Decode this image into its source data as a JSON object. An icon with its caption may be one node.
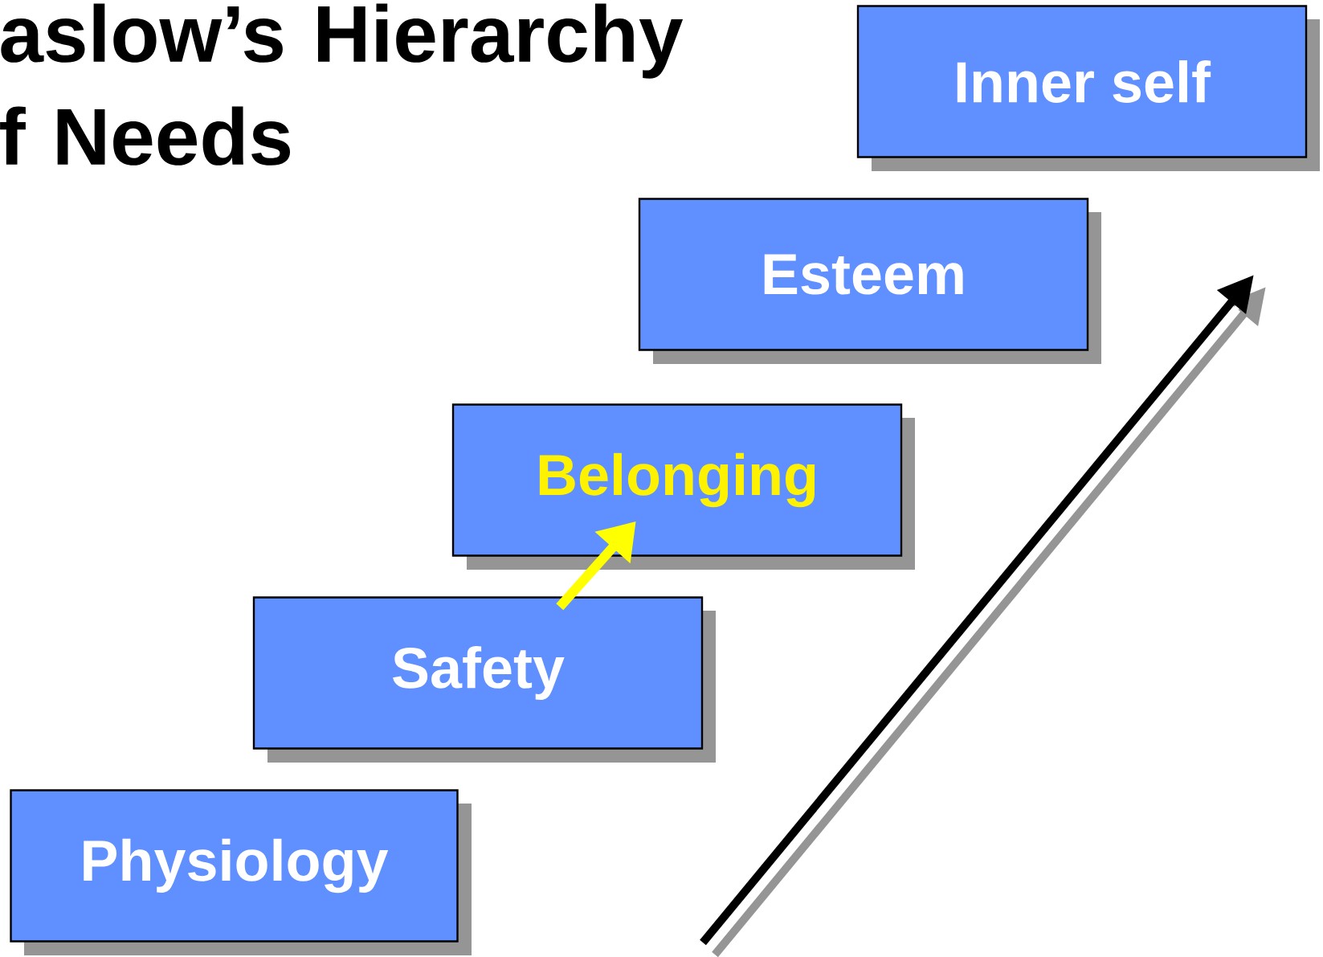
{
  "diagram": {
    "title": "aslow’s Hierarchy f Needs",
    "nodes": [
      {
        "text": [
          "Inner self"
        ]
      },
      {
        "text": [
          "Esteem"
        ]
      },
      {
        "text": [
          "Belonging"
        ]
      },
      {
        "text": [
          "Safety"
        ]
      },
      {
        "text": [
          "Physiology"
        ]
      }
    ],
    "edges": [
      {
        "from": 3,
        "to": 2,
        "arrow": "to",
        "color": "#ffff00"
      }
    ]
  }
}
